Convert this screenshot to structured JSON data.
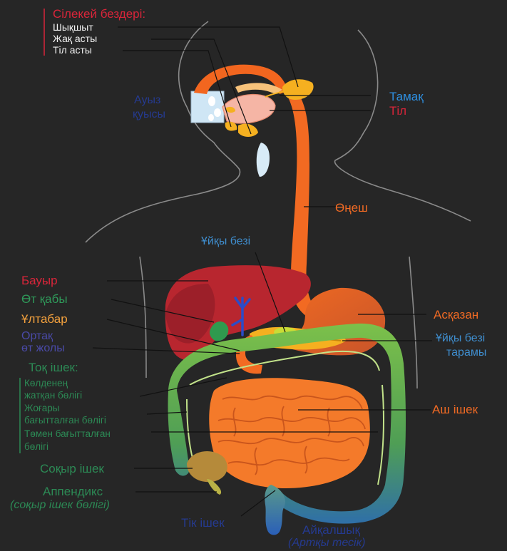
{
  "labels": {
    "salivary_title": "Сілекей бездері:",
    "parotid": "Шықшыт",
    "submandibular": "Жақ асты",
    "sublingual": "Тіл асты",
    "oral_cavity_1": "Ауыз",
    "oral_cavity_2": "қуысы",
    "pharynx": "Тамақ",
    "tongue": "Тіл",
    "esophagus": "Өңеш",
    "pancreas": "Ұйқы безі",
    "liver": "Бауыр",
    "gallbladder": "Өт қабы",
    "duodenum": "Ұлтабар",
    "bile_duct_1": "Ортақ",
    "bile_duct_2": "өт жолы",
    "stomach": "Асқазан",
    "pancreatic_duct_1": "Ұйқы безі",
    "pancreatic_duct_2": "тарамы",
    "colon_title": "Тоқ ішек:",
    "transverse_1": "Көлденең",
    "transverse_2": "жатқан бөлігі",
    "ascending_1": "Жоғары",
    "ascending_2": "бағытталған бөлігі",
    "descending_1": "Төмен бағытталған",
    "descending_2": "бөлігі",
    "small_intestine": "Аш ішек",
    "cecum": "Соқыр ішек",
    "appendix": "Аппендикс",
    "appendix_note": "(соқыр ішек бөлігі)",
    "rectum": "Тік ішек",
    "anus": "Айқалшық",
    "anus_note": "(Артқы тесік)"
  },
  "colors": {
    "background": "#262626",
    "outline": "#8c8c8c",
    "esophagus": "#f26a22",
    "liver": "#b8262f",
    "stomach": "#e8622a",
    "small_intestine": "#f47a2a",
    "colon": "#6fb44a",
    "gland": "#f5b020",
    "bile": "#2a4cc8"
  }
}
